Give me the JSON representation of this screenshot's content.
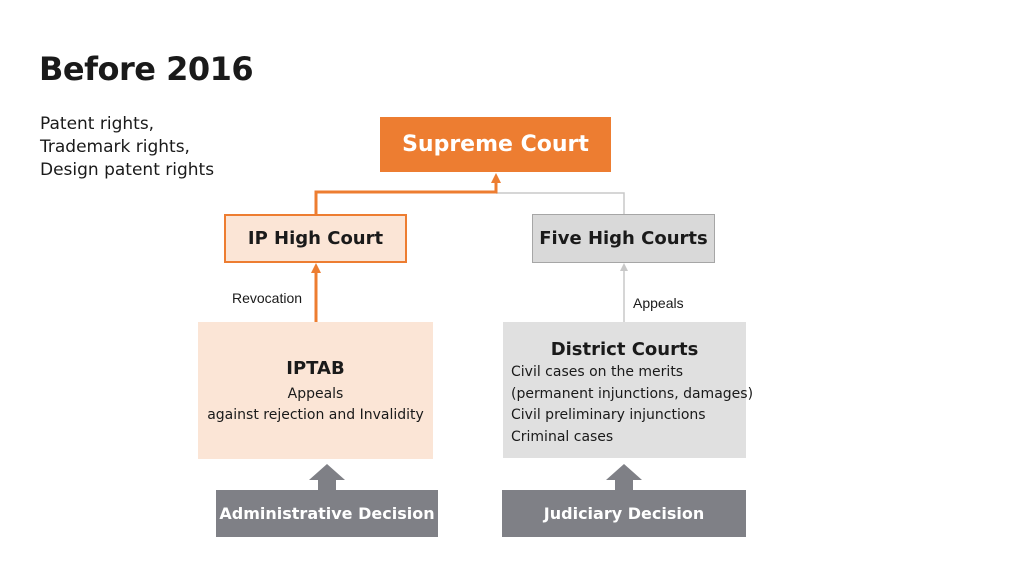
{
  "title": "Before 2016",
  "scope": [
    "Patent rights,",
    "Trademark rights,",
    "Design patent rights"
  ],
  "nodes": {
    "supreme_court": "Supreme Court",
    "ip_high_court": "IP High Court",
    "five_high_courts": "Five High Courts",
    "iptab": {
      "name": "IPTAB",
      "lines": [
        "Appeals",
        "against rejection and Invalidity"
      ]
    },
    "district_courts": {
      "name": "District Courts",
      "lines": [
        "Civil cases on the merits",
        "(permanent injunctions, damages)",
        "Civil preliminary injunctions",
        "Criminal cases"
      ]
    },
    "administrative_decision": "Administrative Decision",
    "judiciary_decision": "Judiciary Decision"
  },
  "edge_labels": {
    "revocation": "Revocation",
    "appeals": "Appeals"
  },
  "colors": {
    "accent": "#ed7d31",
    "accent_light": "#fbe5d6",
    "gray_box": "#d9d9d9",
    "district_fill": "#e0e0e0",
    "decision_fill": "#7f8086",
    "gray_line": "#bfbfbf"
  }
}
